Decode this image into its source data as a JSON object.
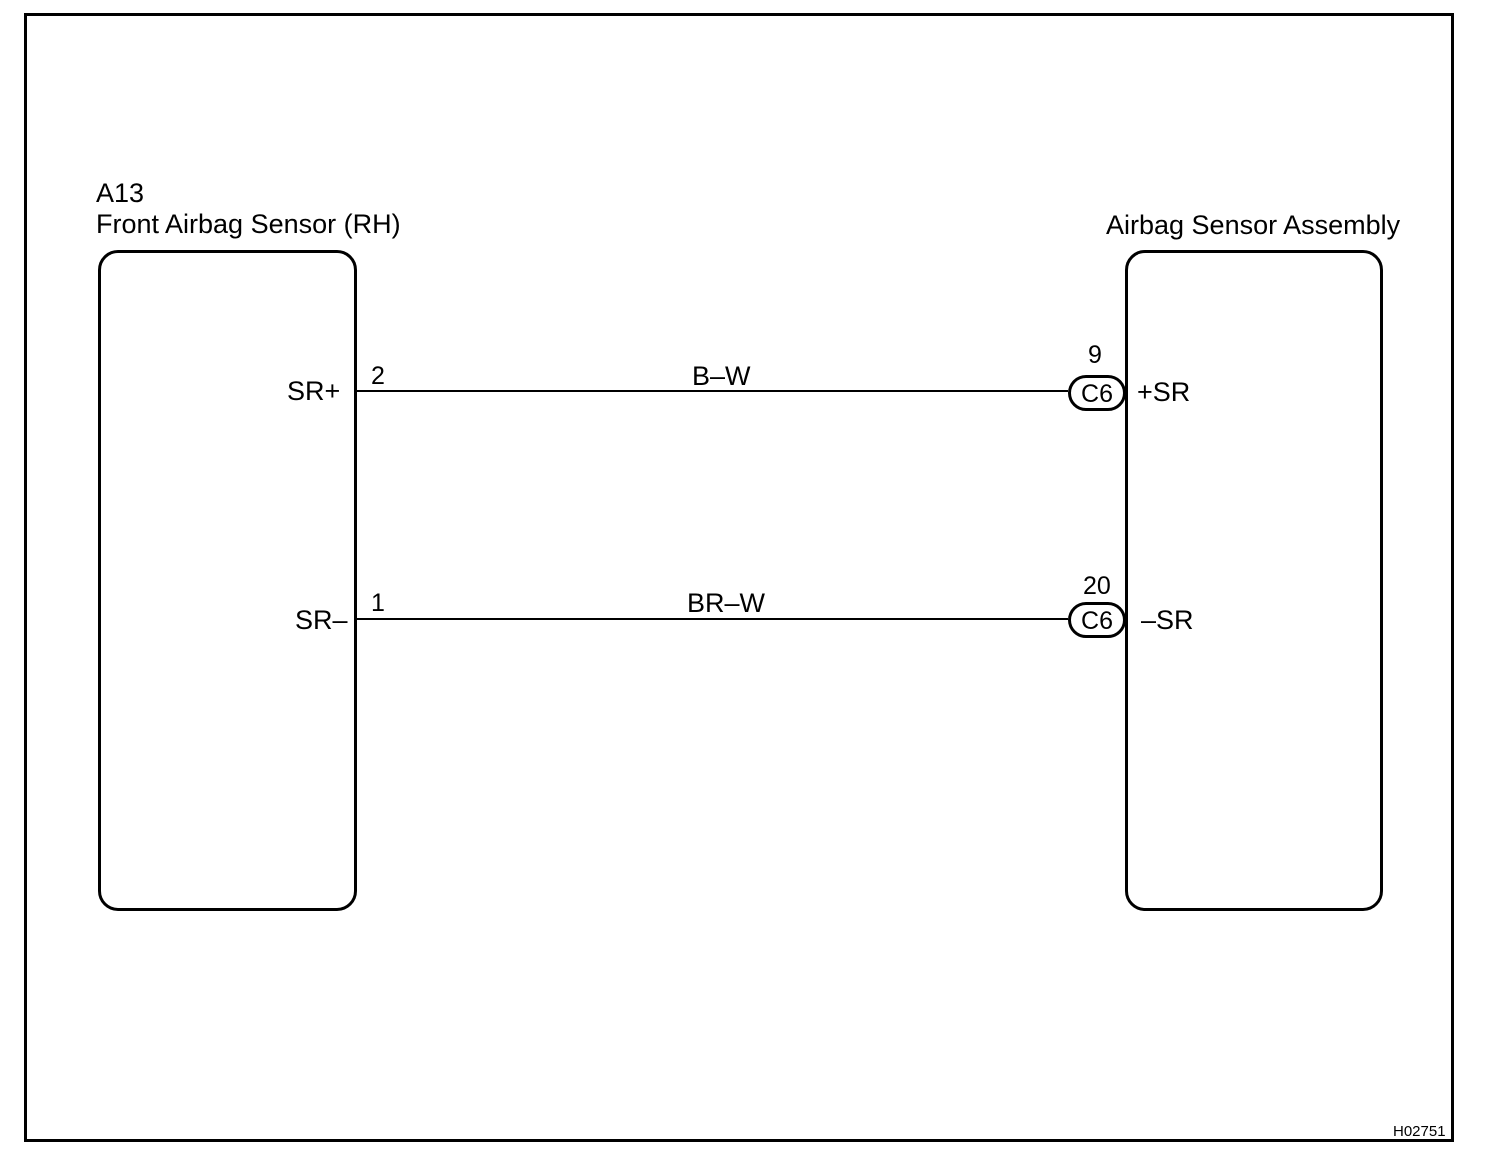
{
  "left_component": {
    "code": "A13",
    "name": "Front Airbag Sensor (RH)",
    "pins": [
      {
        "label": "SR+",
        "number": "2"
      },
      {
        "label": "SR–",
        "number": "1"
      }
    ]
  },
  "right_component": {
    "name": "Airbag Sensor Assembly",
    "pins": [
      {
        "label": "+SR",
        "number": "9",
        "connector": "C6"
      },
      {
        "label": "–SR",
        "number": "20",
        "connector": "C6"
      }
    ]
  },
  "wires": [
    {
      "color_code": "B–W"
    },
    {
      "color_code": "BR–W"
    }
  ],
  "figure_id": "H02751"
}
